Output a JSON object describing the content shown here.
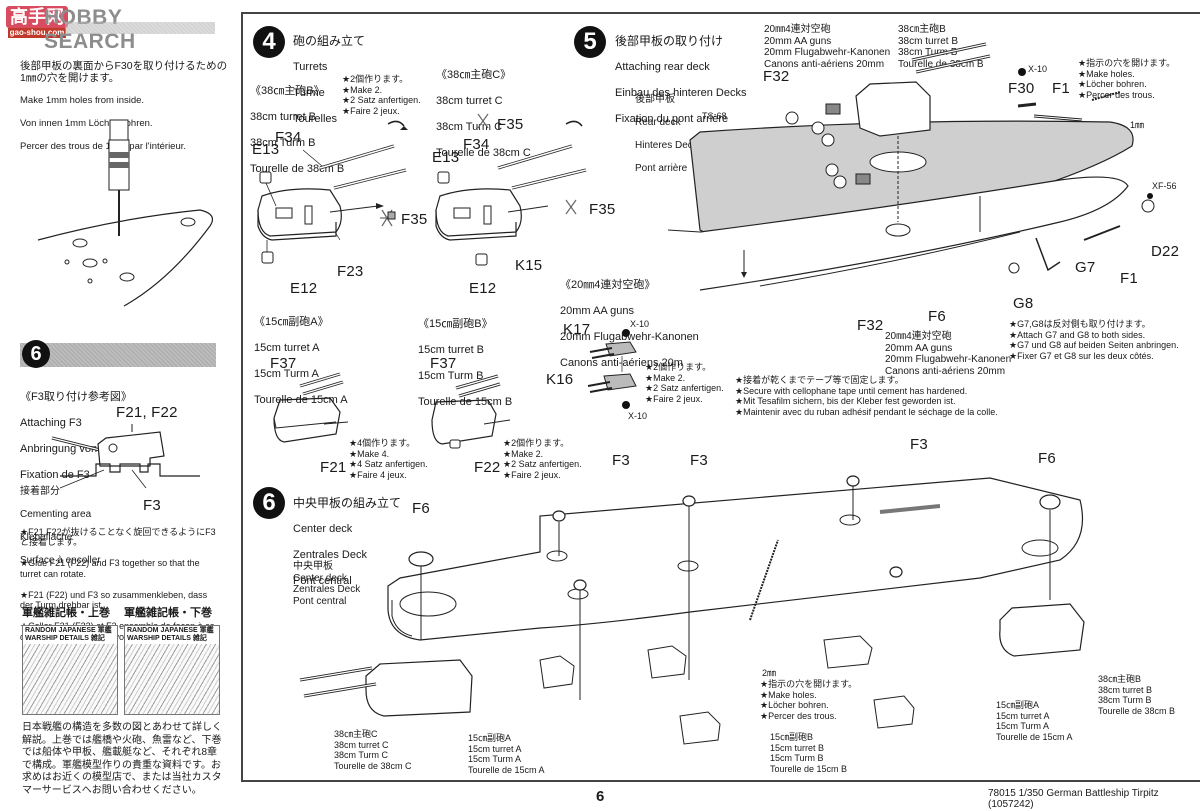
{
  "watermark": {
    "logo_text": "高手网",
    "sub_text": "gao-shou.com",
    "brand_text": "HOBBY SEARCH"
  },
  "left_column": {
    "drill_note": {
      "jp": "後部甲板の裏面からF30を取り付けるための1㎜の穴を開けます。",
      "en": "Make 1mm holes from inside.",
      "de": "Von innen 1mm Löcher bohren.",
      "fr": "Percer des trous de 1mm par l'intérieur."
    },
    "step6_header": {
      "number": "6"
    },
    "f3_reference": {
      "jp": "《F3取り付け参考図》",
      "en": "Attaching F3",
      "de": "Anbringung von F3",
      "fr": "Fixation de F3",
      "label_f21_f22": "F21, F22",
      "label_f3": "F3",
      "cement_jp": "接着部分",
      "cement_en": "Cementing area",
      "cement_de": "Klebefläche",
      "cement_fr": "Surface à encoller"
    },
    "f3_notes": [
      "★F21,F22が抜けることなく旋回できるようにF3と接着します。",
      "★Glue F21 (F22) and F3 together so that the turret can rotate.",
      "★F21 (F22) und F3 so zusammenkleben, dass der Turm drehbar ist.",
      "★Coller F21 (F22) et F3 ensemble de façon à ce que la tourelle puisse pivoter."
    ],
    "books": [
      {
        "title": "軍艦雑記帳・上巻",
        "cover_text": "RANDOM JAPANESE 軍艦\nWARSHIP DETAILS 雑記"
      },
      {
        "title": "軍艦雑記帳・下巻",
        "cover_text": "RANDOM JAPANESE 軍艦\nWARSHIP DETAILS 雑記"
      }
    ],
    "books_description": "日本戦艦の構造を多数の図とあわせて詳しく解説。上巻では艦橋や火砲、魚雷など、下巻では船体や甲板、艦載艇など、それぞれ8章で構成。軍艦模型作りの貴重な資料です。お求めはお近くの模型店で、または当社カスタマーサービスへお問い合わせください。"
  },
  "step4": {
    "number": "4",
    "title_jp": "砲の組み立て",
    "title_en": "Turrets",
    "title_de": "Türme",
    "title_fr": "Tourelles",
    "turret_b": {
      "jp": "《38㎝主砲B》",
      "en": "38cm turret B",
      "de": "38cm Turm B",
      "fr": "Tourelle de 38cm B",
      "note": "★2個作ります。\n★Make 2.\n★2 Satz anfertigen.\n★Faire 2 jeux.",
      "parts": [
        "F34",
        "E13",
        "F35",
        "F23",
        "E12"
      ]
    },
    "turret_c": {
      "jp": "《38㎝主砲C》",
      "en": "38cm turret C",
      "de": "38cm Turm C",
      "fr": "Tourelle de 38cm C",
      "parts": [
        "F35",
        "F34",
        "E13",
        "F35",
        "K15",
        "E12"
      ]
    },
    "sec_a": {
      "jp": "《15㎝副砲A》",
      "en": "15cm turret A",
      "de": "15cm Turm A",
      "fr": "Tourelle de 15cm A",
      "note": "★4個作ります。\n★Make 4.\n★4 Satz anfertigen.\n★Faire 4 jeux.",
      "parts": [
        "F37",
        "F21"
      ]
    },
    "sec_b": {
      "jp": "《15㎝副砲B》",
      "en": "15cm turret B",
      "de": "15cm Turm B",
      "fr": "Tourelle de 15cm B",
      "note": "★2個作ります。\n★Make 2.\n★2 Satz anfertigen.\n★Faire 2 jeux.",
      "parts": [
        "F37",
        "F22"
      ]
    },
    "aa_guns": {
      "jp": "《20㎜4連対空砲》",
      "en": "20mm AA guns",
      "de": "20mm Flugabwehr-Kanonen",
      "fr": "Canons anti-aériens 20m",
      "note": "★2個作ります。\n★Make 2.\n★2 Satz anfertigen.\n★Faire 2 jeux.",
      "parts": [
        "K17",
        "K16"
      ],
      "paint": [
        "X-10",
        "X-10"
      ]
    }
  },
  "step5": {
    "number": "5",
    "title_jp": "後部甲板の取り付け",
    "title_en": "Attaching rear deck",
    "title_de": "Einbau des hinteren Decks",
    "title_fr": "Fixation du pont arrière",
    "rear_deck": {
      "jp": "後部甲板",
      "en": "Rear deck",
      "de": "Hinteres Deck",
      "fr": "Pont arrière"
    },
    "aa_label_top": "20㎜4連対空砲\n20mm AA guns\n20mm Flugabwehr-Kanonen\nCanons anti-aériens 20mm",
    "turret_b_label": "38㎝主砲B\n38cm turret B\n38cm Turm B\nTourelle de 38cm B",
    "holes_note": "★指示の穴を開けます。\n★Make holes.\n★Löcher bohren.\n★Percer des trous.",
    "aa_label_bottom": "20㎜4連対空砲\n20mm AA guns\n20mm Flugabwehr-Kanonen\nCanons anti-aériens 20mm",
    "tape_note": "★接着が乾くまでテープ等で固定します。\n★Secure with cellophane tape until cement has hardened.\n★Mit Tesafilm sichern, bis der Kleber fest geworden ist.\n★Maintenir avec du ruban adhésif pendant le séchage de la colle.",
    "g7_g8_note": "★G7,G8は反対側も取り付けます。\n★Attach G7 and G8 to both sides.\n★G7 und G8 auf beiden Seiten anbringen.\n★Fixer G7 et G8 sur les deux côtés.",
    "parts": {
      "f32_top": "F32",
      "f32_bottom": "F32",
      "f30": "F30",
      "f1_top": "F1",
      "f1_bottom": "F1",
      "f6": "F6",
      "g7": "G7",
      "g8": "G8",
      "d22": "D22"
    },
    "paint": {
      "ts68": "TS-68",
      "x10": "X-10",
      "xf56": "XF-56"
    },
    "drill_size": "1㎜"
  },
  "step6": {
    "number": "6",
    "title_jp": "中央甲板の組み立て",
    "title_en": "Center deck",
    "title_de": "Zentrales Deck",
    "title_fr": "Pont central",
    "center_deck": "中央甲板\nCenter deck\nZentrales Deck\nPont central",
    "parts": [
      "F6",
      "F3",
      "F3",
      "F3",
      "F6"
    ],
    "drill_size": "2㎜",
    "holes_note": "★指示の穴を開けます。\n★Make holes.\n★Löcher bohren.\n★Percer des trous.",
    "turret_c_label": "38㎝主砲C\n38cm turret C\n38cm Turm C\nTourelle de 38cm C",
    "sec_a_label_left": "15㎝副砲A\n15cm turret A\n15cm Turm A\nTourelle de 15cm A",
    "sec_b_label": "15㎝副砲B\n15cm turret B\n15cm Turm B\nTourelle de 15cm B",
    "sec_a_label_right": "15㎝副砲A\n15cm turret A\n15cm Turm A\nTourelle de 15cm A",
    "turret_b_label": "38㎝主砲B\n38cm turret B\n38cm Turm B\nTourelle de 38cm B"
  },
  "footer": {
    "page_number": "6",
    "kit_info": "78015  1/350 German Battleship Tirpitz (1057242)"
  }
}
